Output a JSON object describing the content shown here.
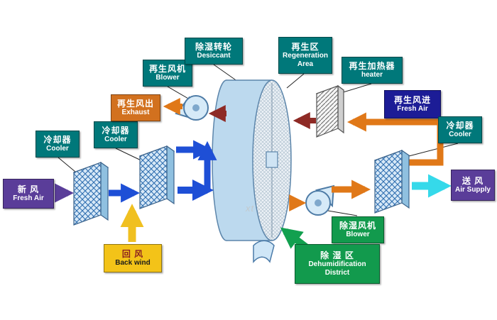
{
  "watermark": "xt",
  "colors": {
    "teal_label": "#00787a",
    "purple_label": "#5a3d99",
    "orange_label": "#d2711f",
    "yellow_label": "#f3c318",
    "navy_label": "#1c1c96",
    "green_label": "#129a4d",
    "blue_arrow": "#1e4fd6",
    "purple_arrow": "#5a3d99",
    "yellow_arrow": "#f0c020",
    "orange_arrow": "#e07818",
    "maroon_arrow": "#8e2a25",
    "cyan_arrow": "#35d9ea",
    "green_arrow": "#12a04f",
    "wheel_fill": "#bcd9ee"
  },
  "labels": {
    "fresh_air_in": {
      "zh": "新 风",
      "en": "Fresh Air"
    },
    "cooler_1": {
      "zh": "冷却器",
      "en": "Cooler"
    },
    "cooler_2": {
      "zh": "冷却器",
      "en": "Cooler"
    },
    "back_wind": {
      "zh": "回 风",
      "en": "Back wind"
    },
    "regen_blower": {
      "zh": "再生风机",
      "en": "Blower"
    },
    "exhaust": {
      "zh": "再生风出",
      "en": "Exhaust"
    },
    "desiccant": {
      "zh": "除湿转轮",
      "en": "Desiccant"
    },
    "regen_area": {
      "zh": "再生区",
      "en": "Regeneration Area"
    },
    "heater": {
      "zh": "再生加热器",
      "en": "heater"
    },
    "regen_fresh_air": {
      "zh": "再生风进",
      "en": "Fresh Air"
    },
    "cooler_3": {
      "zh": "冷却器",
      "en": "Cooler"
    },
    "air_supply": {
      "zh": "送 风",
      "en": "Air Supply"
    },
    "dehumid_blower": {
      "zh": "除湿风机",
      "en": "Blower"
    },
    "dehumid_district": {
      "zh": "除 湿 区",
      "en": "Dehumidification District"
    }
  }
}
